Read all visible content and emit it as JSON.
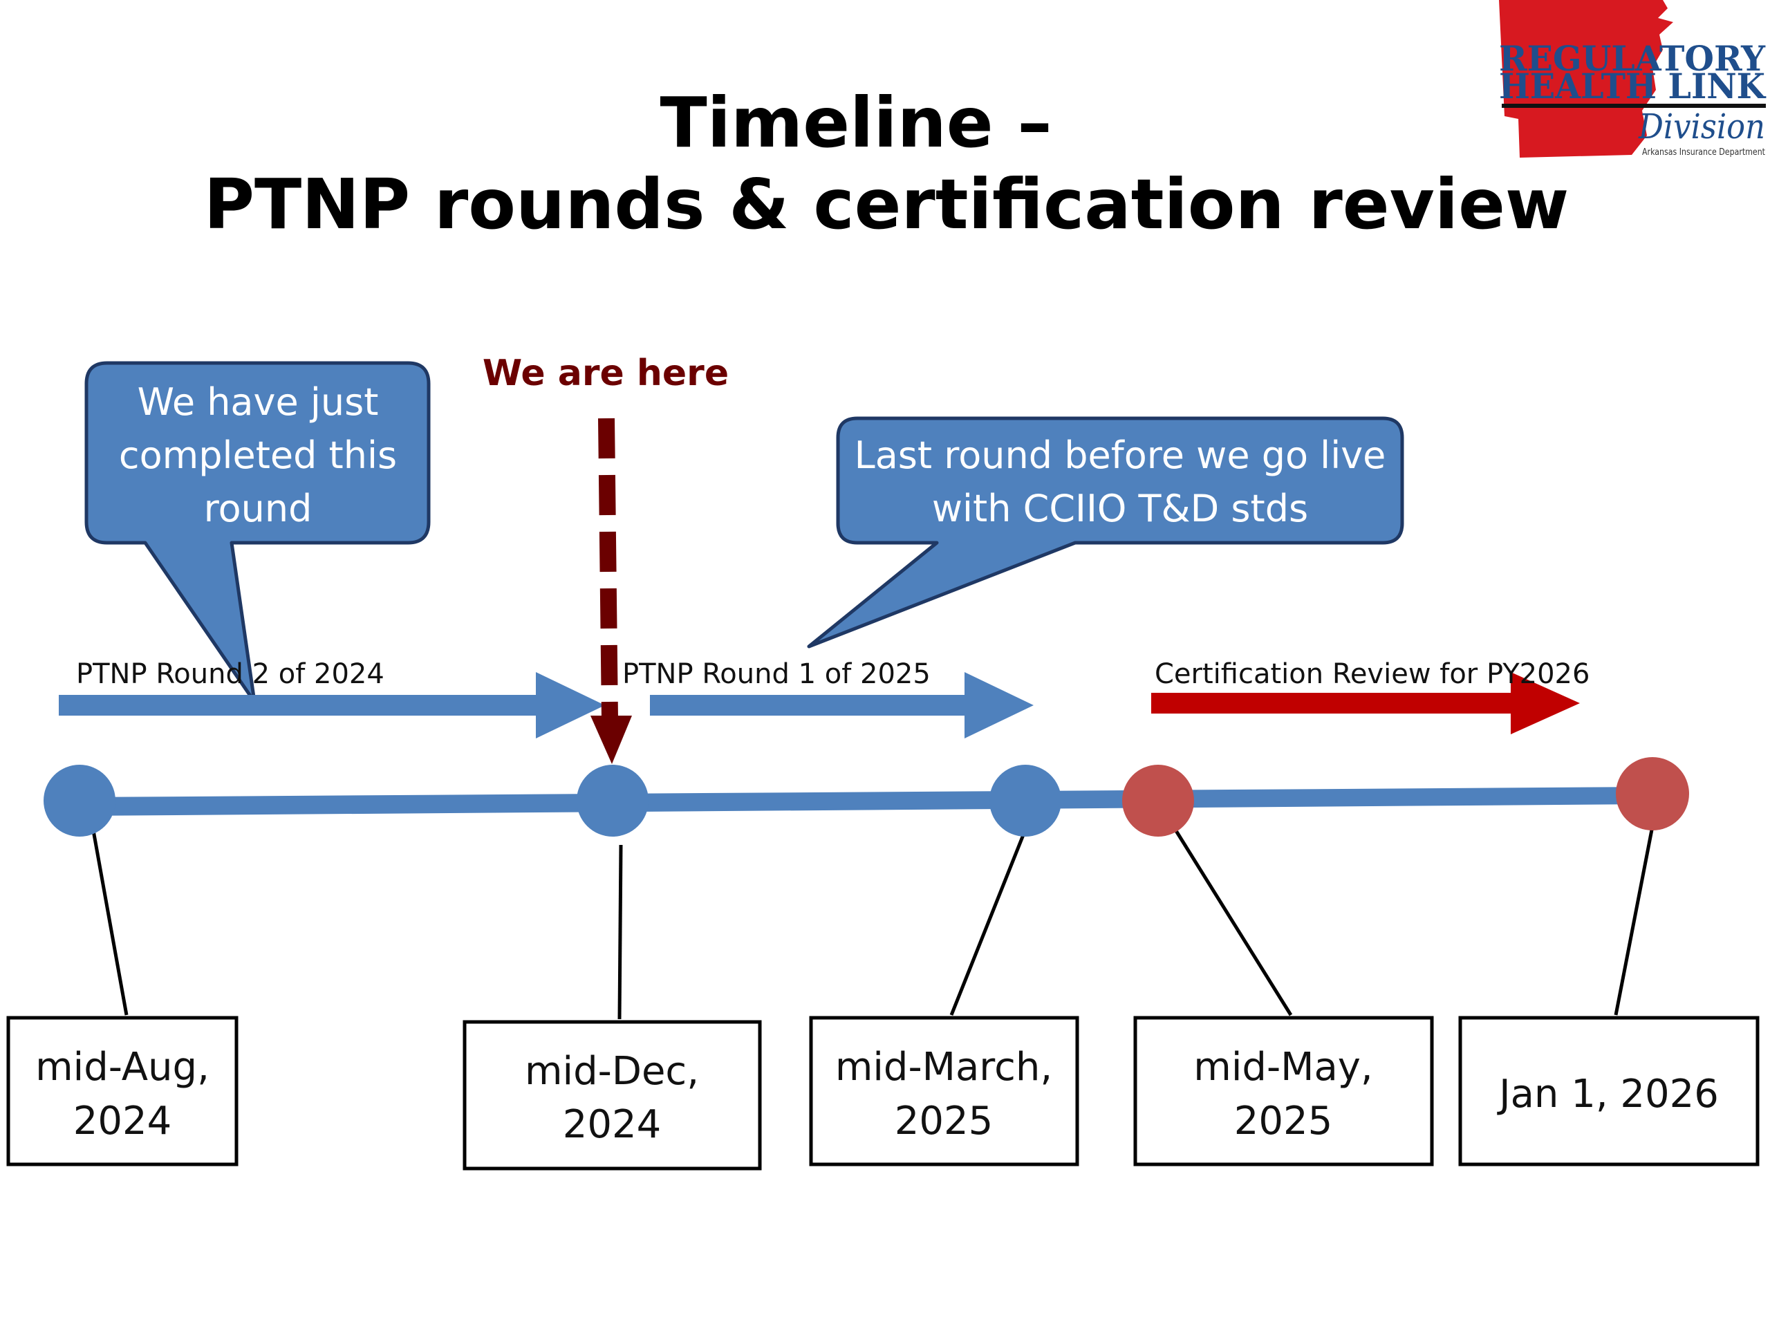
{
  "title": {
    "line1": "Timeline –",
    "line2": "PTNP rounds & certification review"
  },
  "logo": {
    "line1": "REGULATORY",
    "line2": "HEALTH LINK",
    "line3": "Division",
    "line4": "Arkansas Insurance Department"
  },
  "marker": {
    "label": "We are here"
  },
  "callouts": [
    {
      "lines": [
        "We have just",
        "completed this",
        "round"
      ]
    },
    {
      "lines": [
        "Last round before we go live",
        "with CCIIO T&D stds"
      ]
    }
  ],
  "phases": [
    {
      "label": "PTNP Round 2 of 2024",
      "color": "#4f81bd"
    },
    {
      "label": "PTNP Round 1 of 2025",
      "color": "#4f81bd"
    },
    {
      "label": "Certification Review for PY2026",
      "color": "#c00000"
    }
  ],
  "milestones": [
    {
      "lines": [
        "mid-Aug,",
        "2024"
      ],
      "color": "#4f81bd"
    },
    {
      "lines": [
        "mid-Dec,",
        "2024"
      ],
      "color": "#4f81bd"
    },
    {
      "lines": [
        "mid-March,",
        "2025"
      ],
      "color": "#4f81bd"
    },
    {
      "lines": [
        "mid-May,",
        "2025"
      ],
      "color": "#c0504d"
    },
    {
      "lines": [
        "Jan 1, 2026"
      ],
      "color": "#c0504d"
    }
  ],
  "colors": {
    "timeline": "#4f81bd",
    "callout_fill": "#4f81bd",
    "callout_stroke": "#1f3864",
    "marker": "#6b0000",
    "logo_red": "#d71920",
    "logo_blue": "#1f4e8c"
  }
}
